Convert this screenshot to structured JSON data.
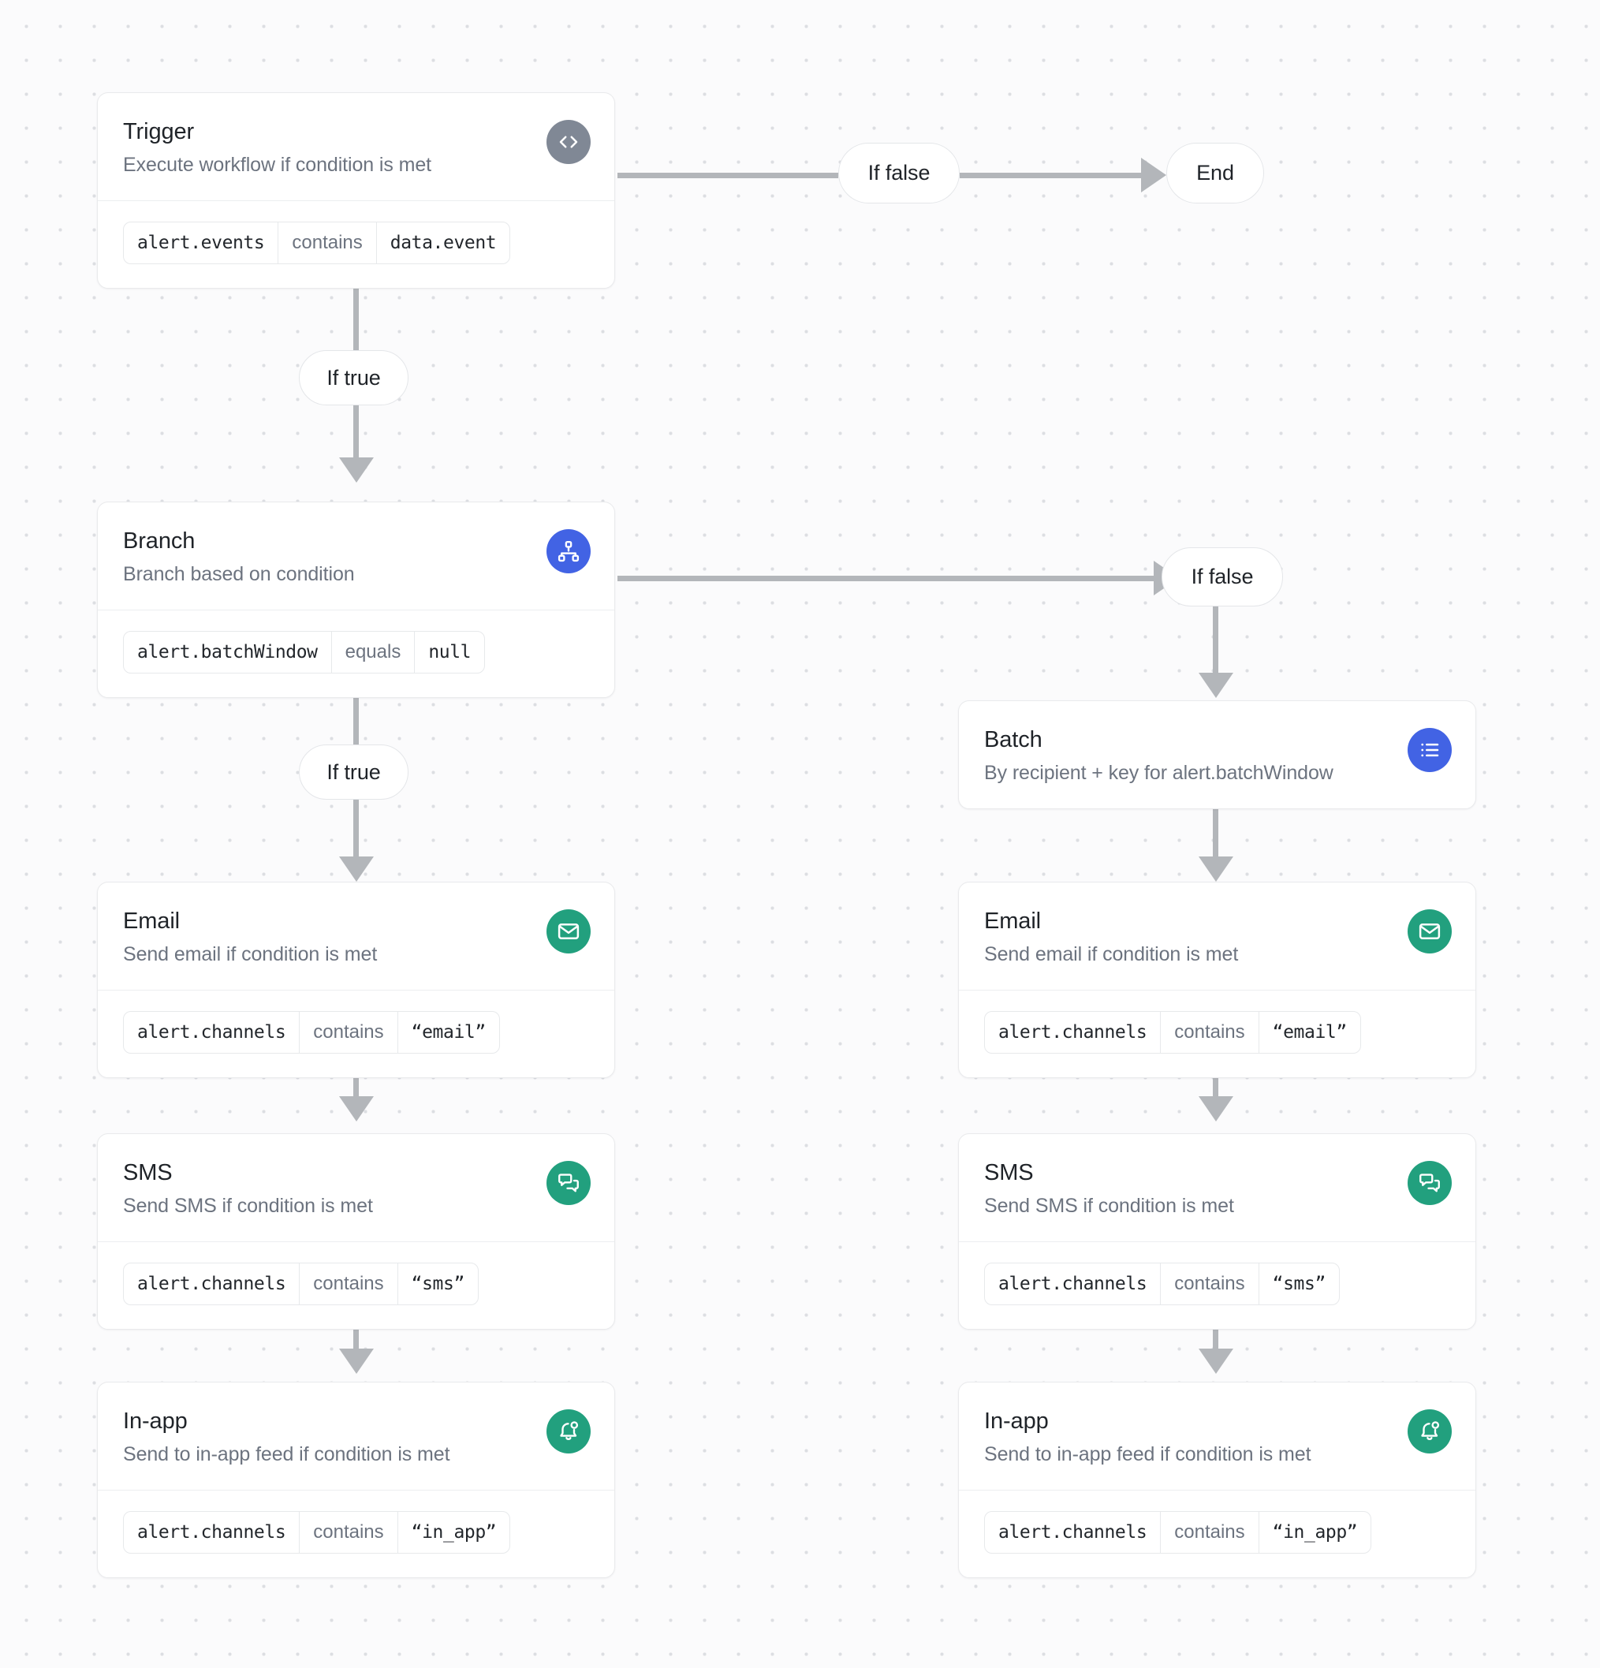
{
  "canvas": {
    "background_color": "#fbfbfc",
    "dot_color": "#dcdee2",
    "edge_color": "#b3b6ba"
  },
  "colors": {
    "icon_gray": "#808895",
    "icon_blue": "#4263e4",
    "icon_green": "#22a07e",
    "title": "#1f2328",
    "subtitle": "#6c737f",
    "card_border": "#e9eaec"
  },
  "nodes": {
    "trigger": {
      "title": "Trigger",
      "subtitle": "Execute workflow if condition is met",
      "icon": "code-icon",
      "condition": {
        "field": "alert.events",
        "operator": "contains",
        "value": "data.event"
      }
    },
    "branch": {
      "title": "Branch",
      "subtitle": "Branch based on condition",
      "icon": "sitemap-icon",
      "condition": {
        "field": "alert.batchWindow",
        "operator": "equals",
        "value": "null"
      }
    },
    "batch": {
      "title": "Batch",
      "subtitle": "By recipient + key for alert.batchWindow",
      "icon": "list-icon"
    },
    "email_left": {
      "title": "Email",
      "subtitle": "Send email if condition is met",
      "icon": "envelope-icon",
      "condition": {
        "field": "alert.channels",
        "operator": "contains",
        "value": "“email”"
      }
    },
    "sms_left": {
      "title": "SMS",
      "subtitle": "Send SMS if condition is met",
      "icon": "chat-bubbles-icon",
      "condition": {
        "field": "alert.channels",
        "operator": "contains",
        "value": "“sms”"
      }
    },
    "inapp_left": {
      "title": "In-app",
      "subtitle": "Send to in-app feed if condition is met",
      "icon": "bell-notification-icon",
      "condition": {
        "field": "alert.channels",
        "operator": "contains",
        "value": "“in_app”"
      }
    },
    "email_right": {
      "title": "Email",
      "subtitle": "Send email if condition is met",
      "icon": "envelope-icon",
      "condition": {
        "field": "alert.channels",
        "operator": "contains",
        "value": "“email”"
      }
    },
    "sms_right": {
      "title": "SMS",
      "subtitle": "Send SMS if condition is met",
      "icon": "chat-bubbles-icon",
      "condition": {
        "field": "alert.channels",
        "operator": "contains",
        "value": "“sms”"
      }
    },
    "inapp_right": {
      "title": "In-app",
      "subtitle": "Send to in-app feed if condition is met",
      "icon": "bell-notification-icon",
      "condition": {
        "field": "alert.channels",
        "operator": "contains",
        "value": "“in_app”"
      }
    }
  },
  "pills": {
    "trigger_false": "If false",
    "trigger_true": "If true",
    "branch_false": "If false",
    "branch_true": "If true",
    "end": "End"
  }
}
